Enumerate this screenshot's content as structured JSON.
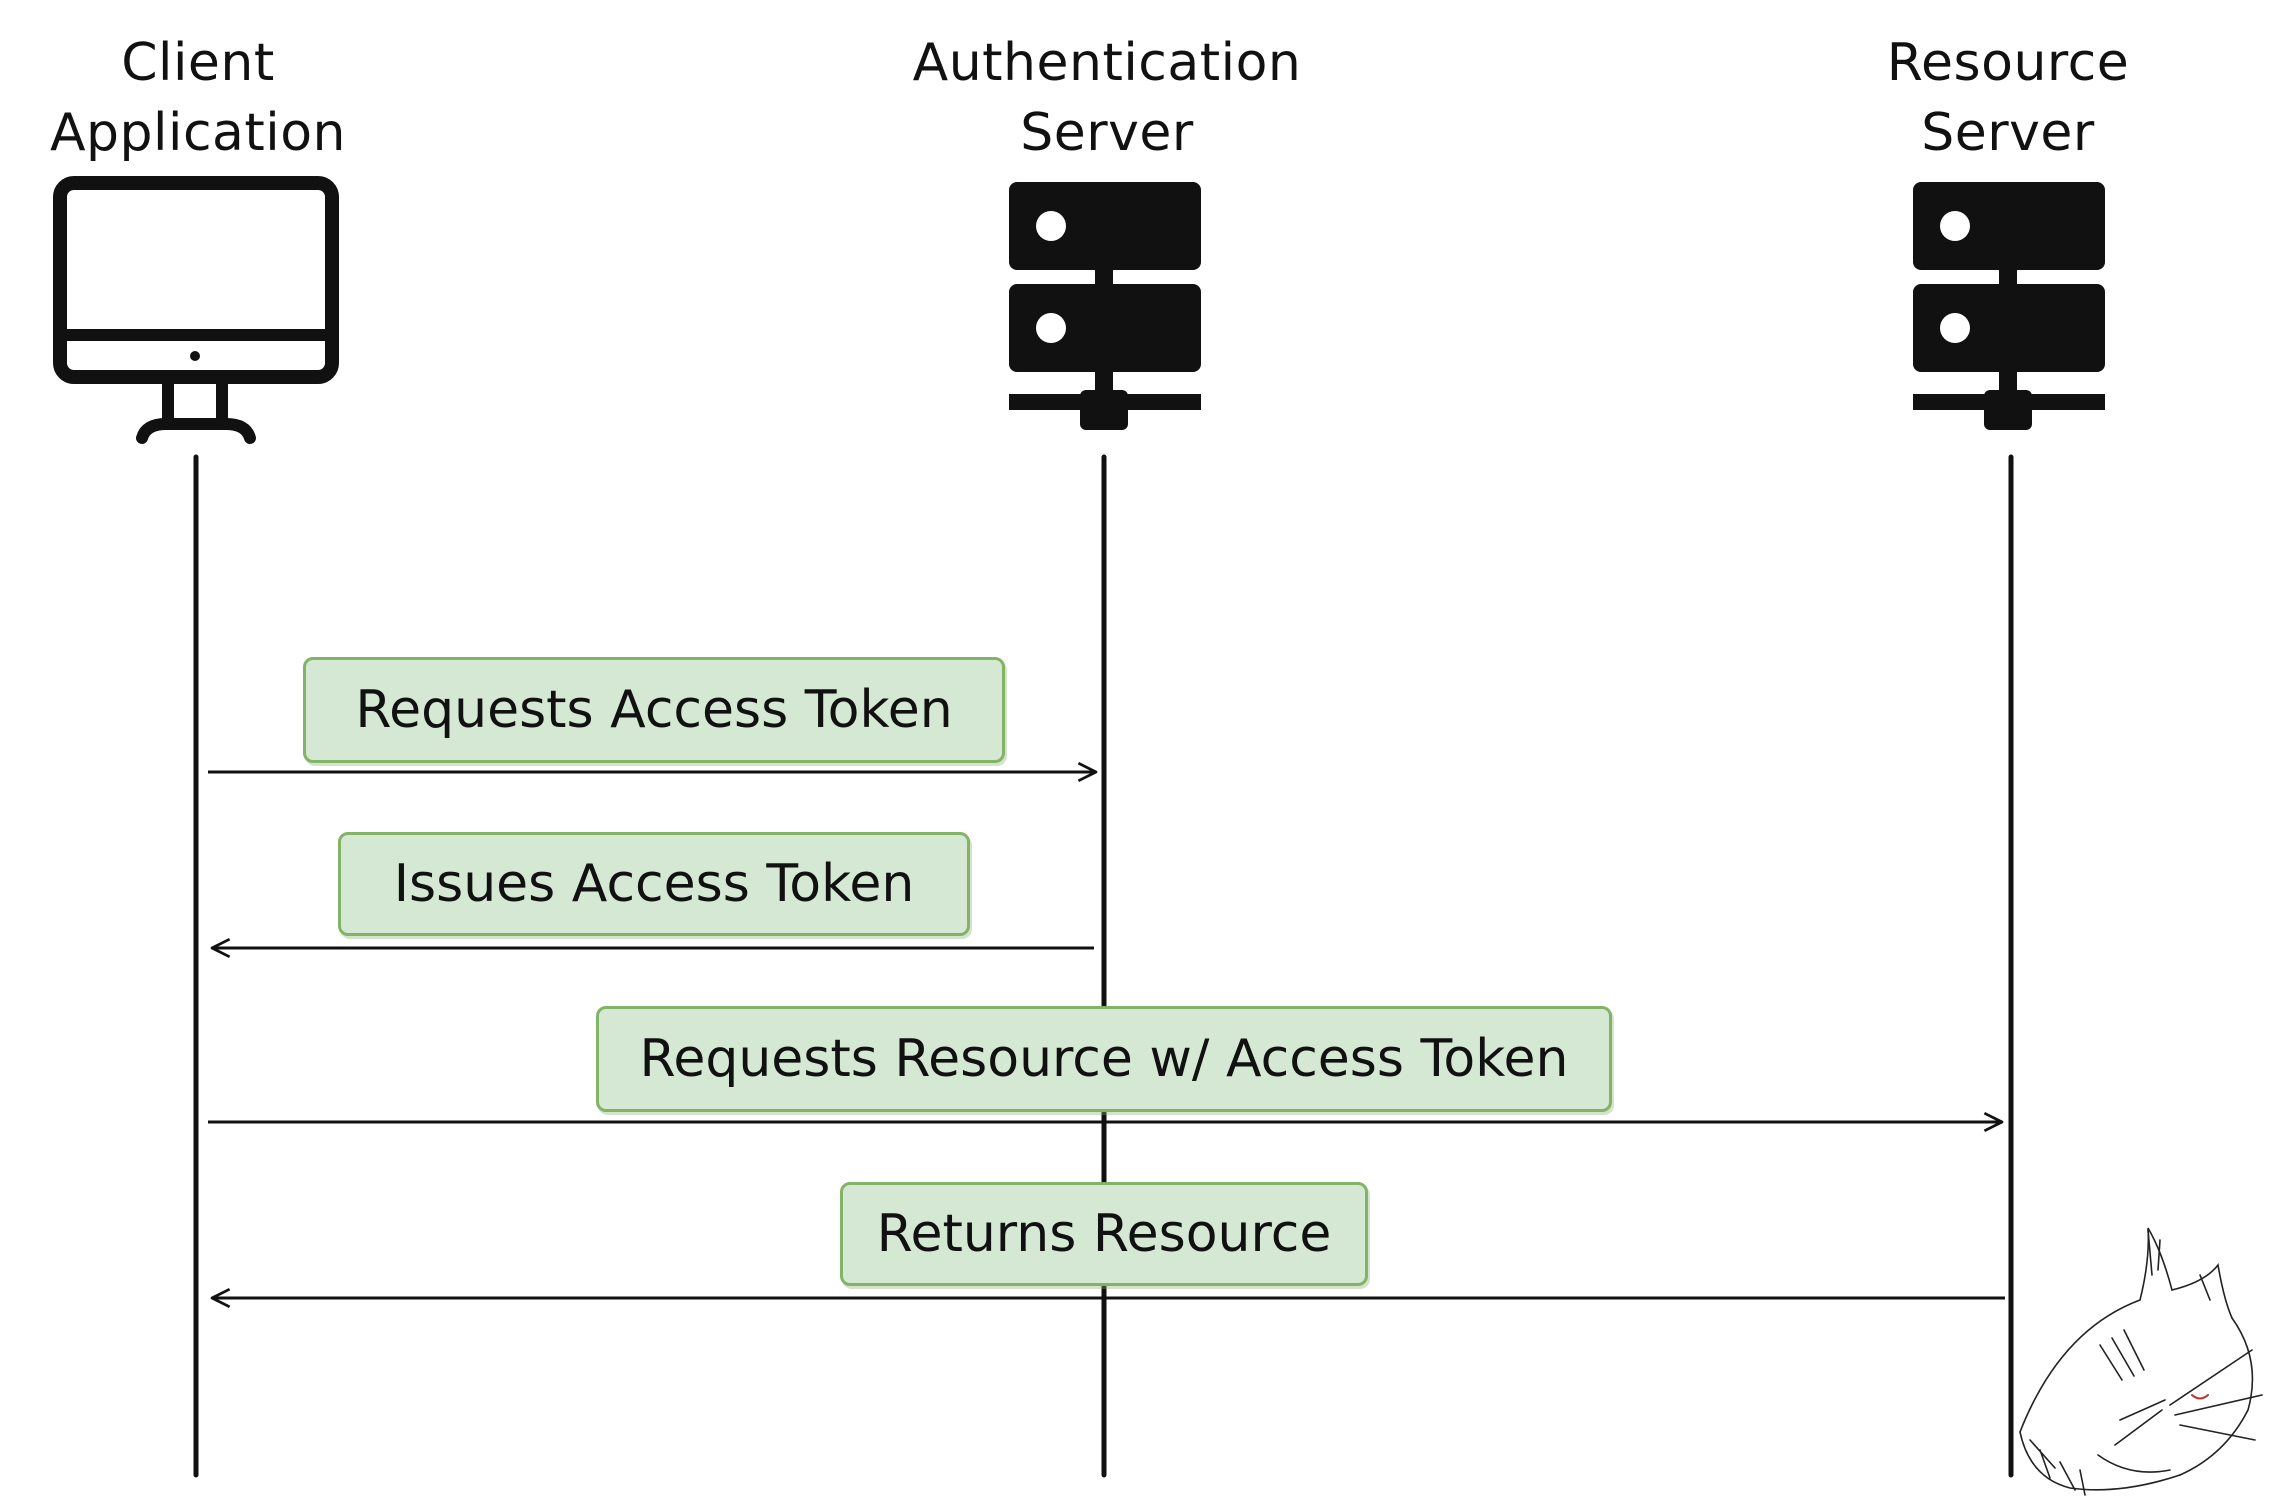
{
  "actors": [
    {
      "id": "client",
      "label_line1": "Client",
      "label_line2": "Application",
      "icon": "desktop-monitor-icon"
    },
    {
      "id": "auth",
      "label_line1": "Authentication",
      "label_line2": "Server",
      "icon": "server-rack-icon"
    },
    {
      "id": "resource",
      "label_line1": "Resource",
      "label_line2": "Server",
      "icon": "server-rack-icon"
    }
  ],
  "messages": [
    {
      "from": "client",
      "to": "auth",
      "label": "Requests Access Token"
    },
    {
      "from": "auth",
      "to": "client",
      "label": "Issues Access Token"
    },
    {
      "from": "client",
      "to": "resource",
      "label": "Requests Resource w/ Access Token"
    },
    {
      "from": "resource",
      "to": "client",
      "label": "Returns Resource"
    }
  ],
  "colors": {
    "box_fill": "#d5e8d4",
    "box_stroke": "#82b366",
    "line": "#111111"
  },
  "decorations": {
    "corner_sketch": "sleeping-cat-icon"
  }
}
